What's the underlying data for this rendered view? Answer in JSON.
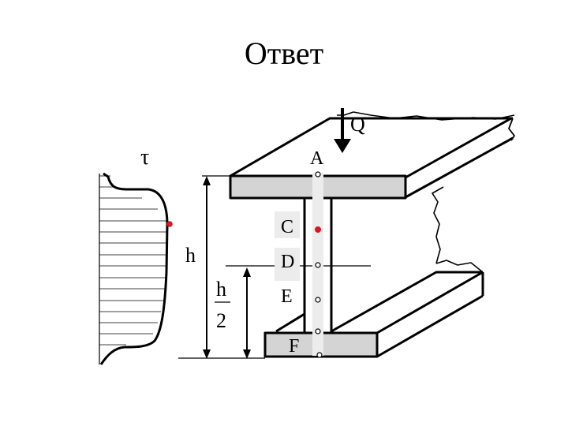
{
  "slide": {
    "title": "Ответ"
  },
  "diagram": {
    "load_label": "Q",
    "stress_symbol": "τ",
    "height_label": "h",
    "half_height_numerator": "h",
    "half_height_denominator": "2",
    "points": [
      {
        "label": "A",
        "highlight": false
      },
      {
        "label": "C",
        "highlight": true
      },
      {
        "label": "D",
        "highlight": false
      },
      {
        "label": "E",
        "highlight": false
      },
      {
        "label": "F",
        "highlight": false
      }
    ]
  },
  "colors": {
    "highlight": "#e0141e",
    "flange_fill": "#d4d4d4",
    "label_box_fill": "#ececec",
    "outline": "#000000"
  }
}
